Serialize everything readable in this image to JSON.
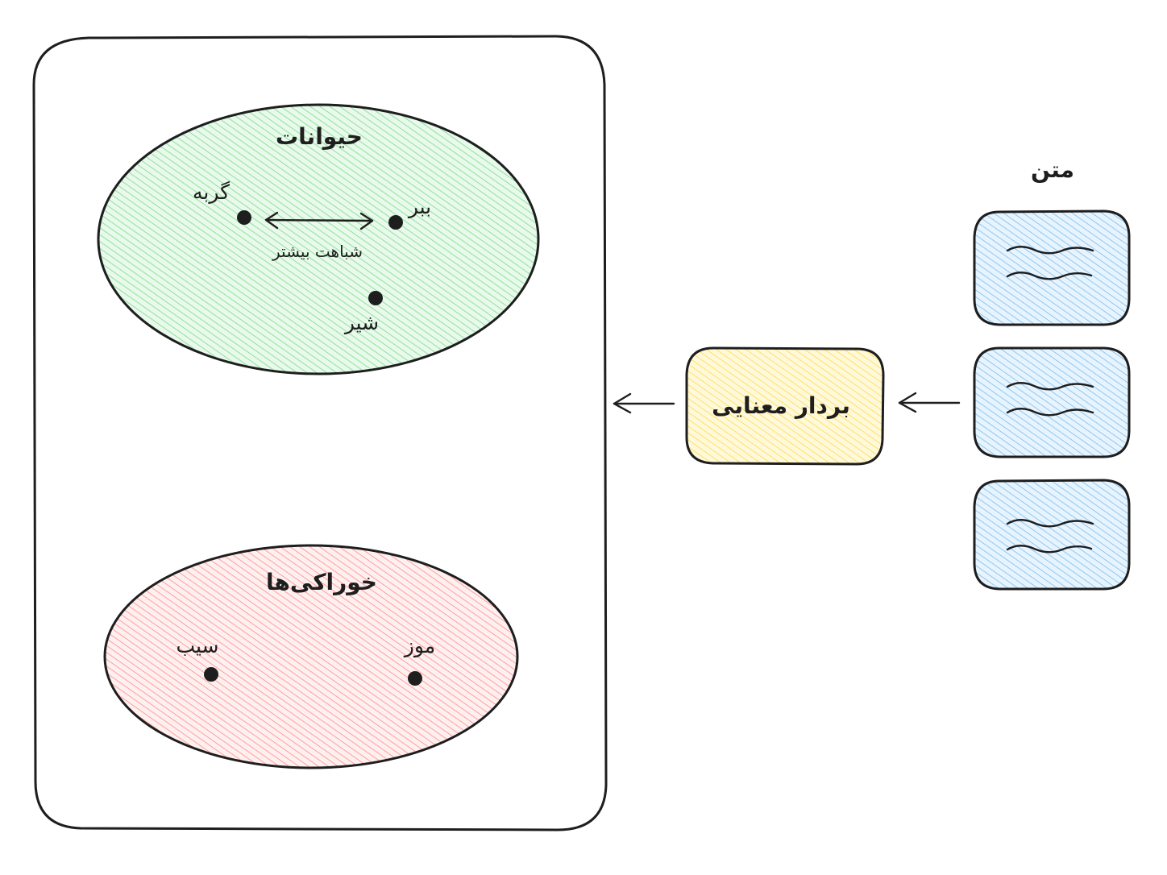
{
  "diagram": {
    "space_title": "",
    "animals": {
      "title": "حیوانات",
      "cat": "گربه",
      "tiger": "ببر",
      "lion": "شیر",
      "similarity": "شباهت بیشتر"
    },
    "foods": {
      "title": "خوراکی‌ها",
      "apple": "سیب",
      "banana": "موز"
    },
    "embedding": "بردار معنایی",
    "text": "متن"
  },
  "colors": {
    "animals_fill": "#b2f2bb",
    "foods_fill": "#ffc9c9",
    "embedding_fill": "#ffec99",
    "text_fill": "#a5d8ff",
    "stroke": "#1e1e1e"
  }
}
